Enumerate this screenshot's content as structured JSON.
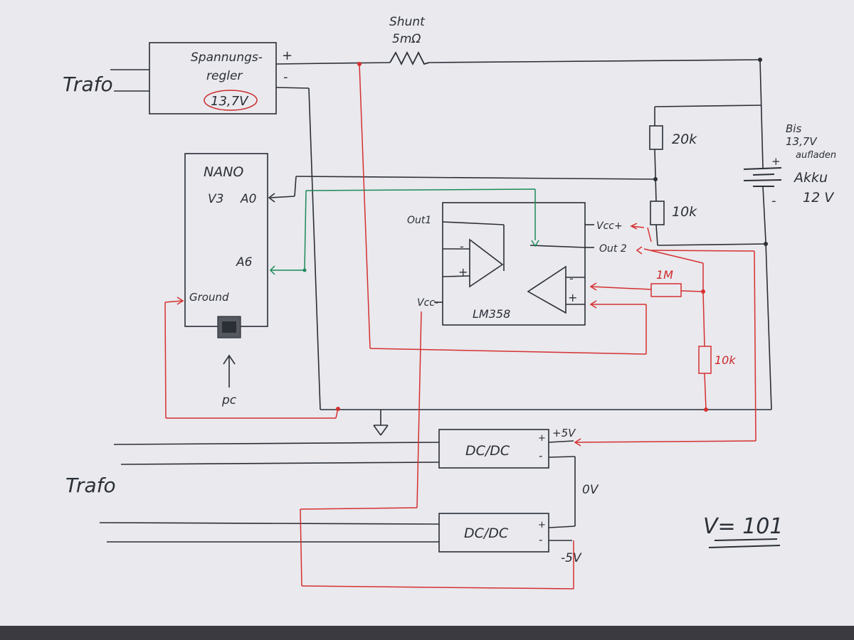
{
  "diagram": {
    "labels": {
      "trafo_top": "Trafo",
      "trafo_bottom": "Trafo",
      "regulator_line1": "Spannungs-",
      "regulator_line2": "regler",
      "regulator_voltage": "13,7V",
      "reg_plus": "+",
      "reg_minus": "-",
      "shunt": "Shunt",
      "shunt_value": "5mΩ",
      "battery_line1": "Bis",
      "battery_line2": "13,7V",
      "battery_line3": "aufladen",
      "battery_line4": "Akku",
      "battery_line5": "12 V",
      "battery_plus": "+",
      "battery_minus": "-",
      "r_20k": "20k",
      "r_10k_top": "10k",
      "r_1m": "1M",
      "r_10k_red": "10k",
      "nano": "NANO",
      "nano_v3": "V3",
      "nano_a0": "A0",
      "nano_a6": "A6",
      "nano_ground": "Ground",
      "pc": "pc",
      "out1": "Out1",
      "vcc_minus": "Vcc-",
      "vcc_plus": "Vcc+",
      "out2": "Out 2",
      "lm358": "LM358",
      "op_minus_1": "-",
      "op_plus_1": "+",
      "op_minus_2": "-",
      "op_plus_2": "+",
      "dcdc_top": "DC/DC",
      "dcdc_bottom": "DC/DC",
      "dcdc_top_plus": "+",
      "dcdc_top_minus": "-",
      "dcdc_bottom_plus": "+",
      "dcdc_bottom_minus": "-",
      "plus5v": "+5V",
      "zero_v": "0V",
      "minus5v": "-5V",
      "version": "V= 101"
    },
    "colors": {
      "paper": "#e9e9ee",
      "ink": "#2b2f36",
      "red_wire": "#d63030",
      "green_wire": "#1d8a57",
      "red_circle": "#cc2a2a"
    }
  }
}
